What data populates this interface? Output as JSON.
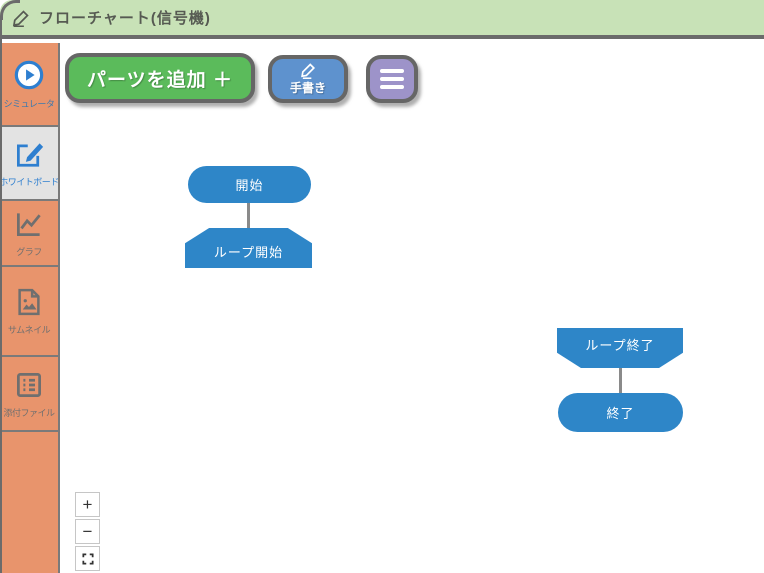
{
  "header": {
    "title": "フローチャート(信号機)",
    "edit_icon": "pencil-icon"
  },
  "sidebar": {
    "items": [
      {
        "label": "シミュレータ",
        "icon": "play-circle-icon",
        "active": false
      },
      {
        "label": "ホワイトボード",
        "icon": "edit-square-icon",
        "active": true
      },
      {
        "label": "グラフ",
        "icon": "line-chart-icon",
        "active": false
      },
      {
        "label": "サムネイル",
        "icon": "thumbnail-icon",
        "active": false
      },
      {
        "label": "添付ファイル",
        "icon": "attachment-list-icon",
        "active": false
      }
    ]
  },
  "toolbar": {
    "add_parts_label": "パーツを追加 ＋",
    "handwriting_label": "手書き",
    "handwriting_icon": "pencil-icon",
    "menu_icon": "hamburger-menu-icon"
  },
  "canvas": {
    "nodes": [
      {
        "id": "start",
        "label": "開始",
        "shape": "stadium"
      },
      {
        "id": "loop-start",
        "label": "ループ開始",
        "shape": "loop-start-hexagon"
      },
      {
        "id": "loop-end",
        "label": "ループ終了",
        "shape": "loop-end-hexagon"
      },
      {
        "id": "end",
        "label": "終了",
        "shape": "stadium"
      }
    ],
    "connections": [
      {
        "from": "start",
        "to": "loop-start"
      },
      {
        "from": "loop-end",
        "to": "end"
      }
    ]
  },
  "zoom_controls": {
    "zoom_in": "+",
    "zoom_out": "−",
    "fit_icon": "fullscreen-icon"
  },
  "colors": {
    "header_bg": "#C8E2B7",
    "header_border": "#6B6B6B",
    "title_text": "#565A52",
    "sidebar_bg": "#E8946C",
    "sidebar_active_bg": "#E3E3E3",
    "icon_gray": "#6F6F6F",
    "icon_blue": "#2E7FD0",
    "node_blue": "#2E86C8",
    "connector_gray": "#8A8A8A",
    "btn_green": "#5BBB5B",
    "btn_blue": "#5E92CE",
    "btn_purple": "#9D93C9",
    "btn_border": "#666666"
  }
}
